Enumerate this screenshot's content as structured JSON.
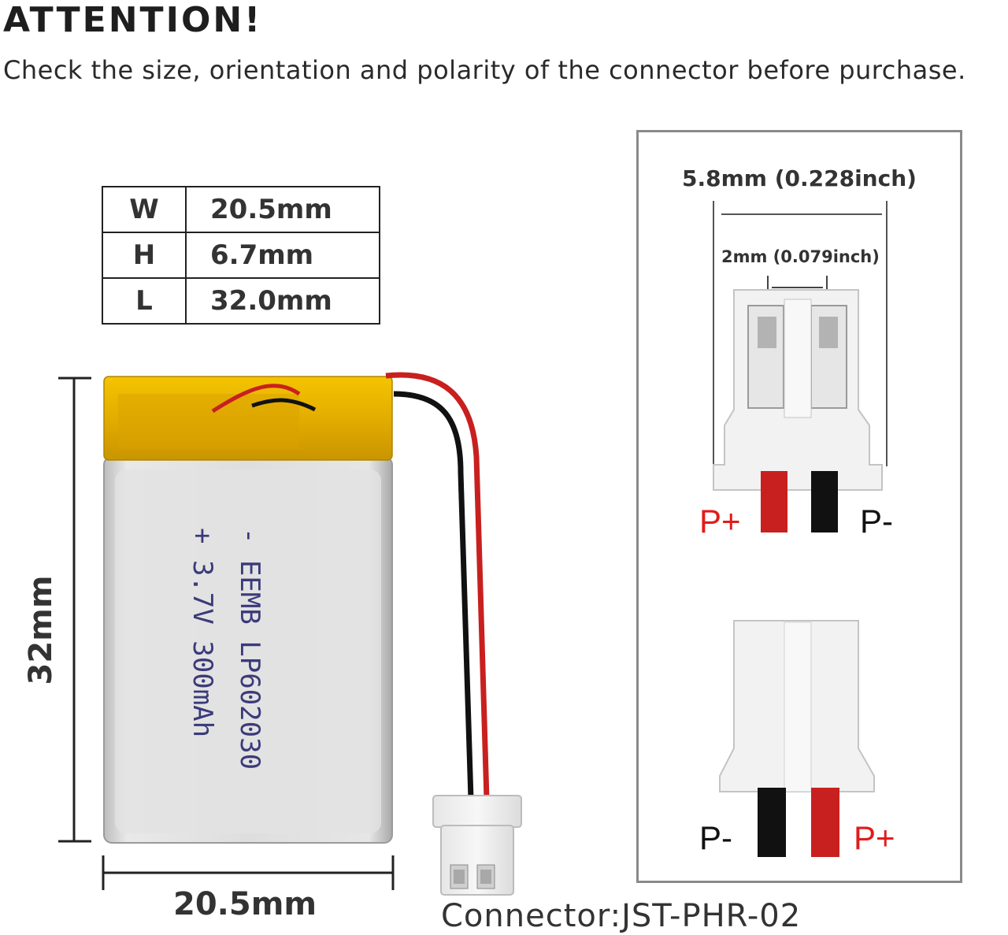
{
  "header": {
    "title": "ATTENTION!",
    "subtitle": "Check the size, orientation and polarity of the connector before purchase."
  },
  "dimensions_table": [
    {
      "key": "W",
      "value": "20.5mm"
    },
    {
      "key": "H",
      "value": "6.7mm"
    },
    {
      "key": "L",
      "value": "32.0mm"
    }
  ],
  "battery": {
    "height_label": "32mm",
    "width_label": "20.5mm",
    "label_line1": "- EEMB LP602030",
    "label_line2": "+ 3.7V 300mAh"
  },
  "connector": {
    "label": "Connector:JST-PHR-02",
    "outer_width": "5.8mm (0.228inch)",
    "pitch": "2mm (0.079inch)",
    "top_view": {
      "left_pin": "P+",
      "right_pin": "P-"
    },
    "bottom_view": {
      "left_pin": "P-",
      "right_pin": "P+"
    }
  },
  "colors": {
    "positive_wire": "#c8201f",
    "negative_wire": "#111111",
    "tape": "#e8b400",
    "cell": "#d9d9d9",
    "ink": "#3a3a7a"
  }
}
